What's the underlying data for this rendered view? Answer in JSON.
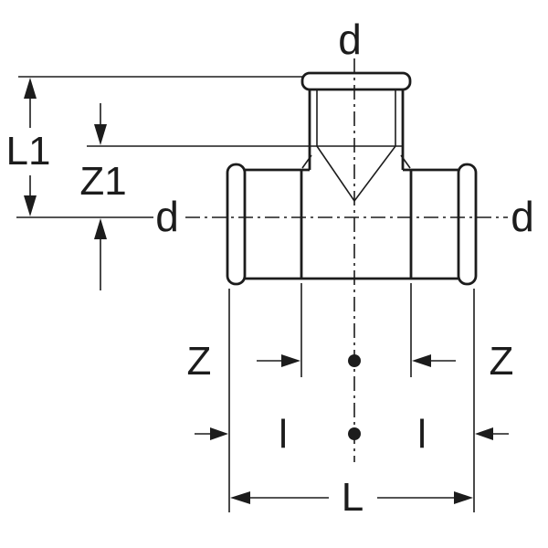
{
  "drawing": {
    "labels": {
      "d_top": "d",
      "d_left": "d",
      "d_right": "d",
      "l1": "L1",
      "z1": "Z1",
      "z_left": "Z",
      "z_right": "Z",
      "l_left": "l",
      "l_right": "l",
      "l_total": "L"
    },
    "colors": {
      "line": "#1c1c1c",
      "background": "#ffffff"
    }
  }
}
